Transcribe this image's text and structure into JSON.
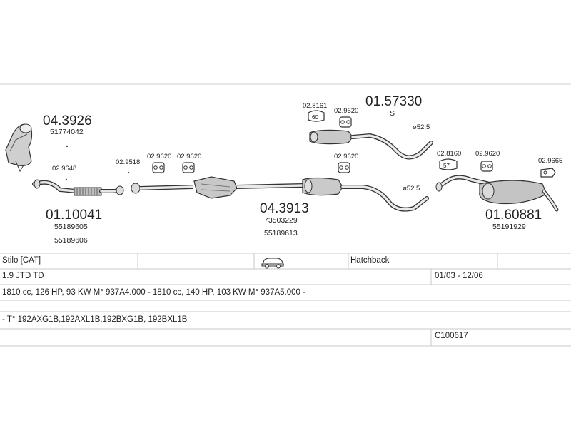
{
  "parts": {
    "p04_3926": {
      "code": "04.3926",
      "ref": "51774042"
    },
    "p02_9648": {
      "code": "02.9648"
    },
    "p01_10041": {
      "code": "01.10041",
      "refs": [
        "55189605",
        "55189606"
      ]
    },
    "p02_9518": {
      "code": "02.9518"
    },
    "p02_9620_a": {
      "code": "02.9620"
    },
    "p02_9620_b": {
      "code": "02.9620"
    },
    "p04_3913": {
      "code": "04.3913",
      "refs": [
        "73503229",
        "55189613"
      ]
    },
    "p02_9620_c": {
      "code": "02.9620"
    },
    "p02_8161": {
      "code": "02.8161"
    },
    "p02_9620_d": {
      "code": "02.9620"
    },
    "p01_57330": {
      "code": "01.57330",
      "suffix": "S"
    },
    "p02_8160": {
      "code": "02.8160"
    },
    "p02_9620_e": {
      "code": "02.9620"
    },
    "p02_9665": {
      "code": "02.9665"
    },
    "p01_60881": {
      "code": "01.60881",
      "ref": "55191929"
    }
  },
  "diameters": {
    "upper": "ø52.5",
    "lower": "ø52.5"
  },
  "clamp_sizes": {
    "c8161": "60",
    "c8160": "57"
  },
  "table": {
    "model": "Stilo  [CAT]",
    "body_type": "Hatchback",
    "engine": "1.9 JTD TD",
    "years": "01/03 - 12/06",
    "specs": "1810 cc, 126 HP, 93 KW M° 937A4.000 - 1810 cc, 140 HP, 103 KW M° 937A5.000 -",
    "types": "- T° 192AXG1B,192AXL1B,192BXG1B, 192BXL1B",
    "catalog_code": "C100617"
  },
  "icons": {
    "vehicle": "car-side-icon"
  },
  "colors": {
    "line": "#bdbdbd",
    "ink": "#222222",
    "part_fill": "#d4d4d4"
  }
}
